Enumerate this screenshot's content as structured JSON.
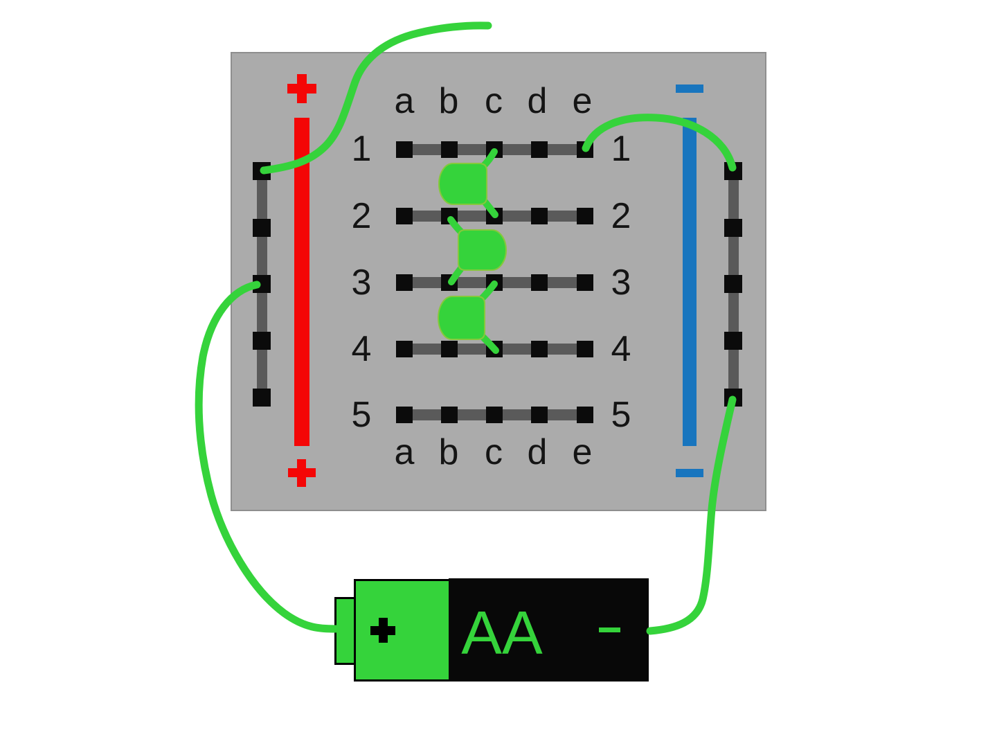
{
  "board": {
    "column_labels": [
      "a",
      "b",
      "c",
      "d",
      "e"
    ],
    "row_labels": [
      "1",
      "2",
      "3",
      "4",
      "5"
    ],
    "positive_rail_symbol": "+",
    "negative_rail_symbol": "−"
  },
  "battery": {
    "label": "AA",
    "positive_symbol": "+",
    "negative_symbol": "−"
  },
  "components": {
    "leds": [
      {
        "id": "led-1",
        "connects": [
          "c1",
          "c2"
        ],
        "flat_side": "right"
      },
      {
        "id": "led-2",
        "connects": [
          "b2",
          "b3"
        ],
        "flat_side": "left"
      },
      {
        "id": "led-3",
        "connects": [
          "c3",
          "c4"
        ],
        "flat_side": "right"
      }
    ],
    "wires": [
      {
        "id": "wire-1",
        "from": "left-rail-hole-1",
        "to": "off-screen-top"
      },
      {
        "id": "wire-2",
        "from": "hole-e1",
        "to": "right-rail-hole-1"
      },
      {
        "id": "wire-3",
        "from": "left-rail-hole-3",
        "to": "battery-positive-terminal"
      },
      {
        "id": "wire-4",
        "from": "right-rail-hole-5",
        "to": "battery-negative-end"
      }
    ]
  },
  "colors": {
    "green": "#35d33b",
    "led_outline": "#86c83c",
    "red": "#f40606",
    "blue": "#1875be",
    "board_fill": "#ababab",
    "board_border": "#8e8e8e",
    "strip": "#5a5a5a",
    "hole": "#0b0b0b",
    "battery_black": "#080808",
    "label_text": "#141414"
  }
}
